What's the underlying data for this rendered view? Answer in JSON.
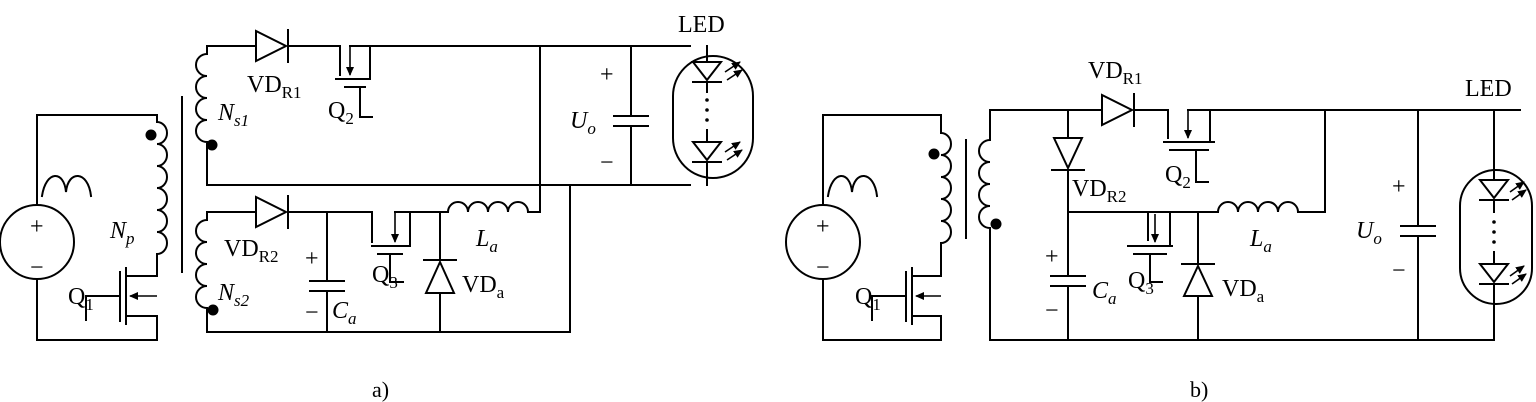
{
  "diagram_a": {
    "caption": "a)",
    "led_label": "LED",
    "np": {
      "main": "N",
      "sub": "p"
    },
    "ns1": {
      "main": "N",
      "sub": "s1"
    },
    "ns2": {
      "main": "N",
      "sub": "s2"
    },
    "vdr1": {
      "main": "VD",
      "sub": "R1"
    },
    "vdr2": {
      "main": "VD",
      "sub": "R2"
    },
    "q1": {
      "main": "Q",
      "sub": "1"
    },
    "q2": {
      "main": "Q",
      "sub": "2"
    },
    "q3": {
      "main": "Q",
      "sub": "3"
    },
    "uo": {
      "main": "U",
      "sub": "o"
    },
    "ca": {
      "main": "C",
      "sub": "a"
    },
    "la": {
      "main": "L",
      "sub": "a"
    },
    "vda": {
      "main": "VD",
      "sub": "a"
    },
    "plus": "+",
    "minus": "−"
  },
  "diagram_b": {
    "caption": "b)",
    "led_label": "LED",
    "vdr1": {
      "main": "VD",
      "sub": "R1"
    },
    "vdr2": {
      "main": "VD",
      "sub": "R2"
    },
    "q1": {
      "main": "Q",
      "sub": "1"
    },
    "q2": {
      "main": "Q",
      "sub": "2"
    },
    "q3": {
      "main": "Q",
      "sub": "3"
    },
    "uo": {
      "main": "U",
      "sub": "o"
    },
    "ca": {
      "main": "C",
      "sub": "a"
    },
    "la": {
      "main": "L",
      "sub": "a"
    },
    "vda": {
      "main": "VD",
      "sub": "a"
    },
    "plus": "+",
    "minus": "−"
  }
}
